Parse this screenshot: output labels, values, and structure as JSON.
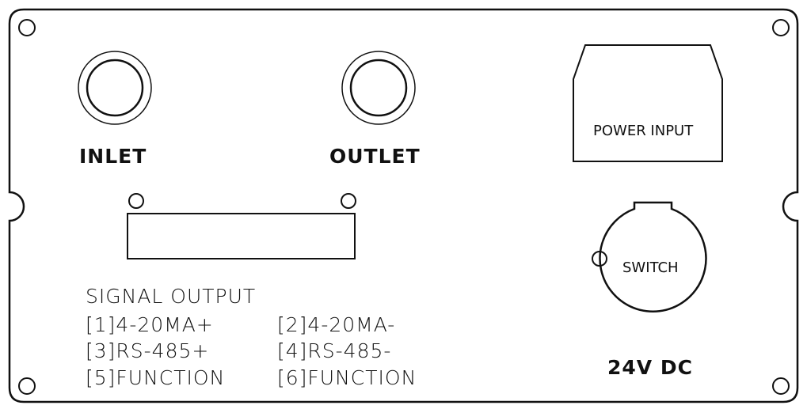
{
  "ports": {
    "inlet_label": "INLET",
    "outlet_label": "OUTLET"
  },
  "power": {
    "input_label": "POWER INPUT",
    "switch_label": "SWITCH",
    "voltage_label": "24V DC"
  },
  "signal_output": {
    "title": "SIGNAL OUTPUT",
    "pins": [
      "[1]4-20MA+",
      "[2]4-20MA-",
      "[3]RS-485+",
      "[4]RS-485-",
      "[5]FUNCTION",
      "[6]FUNCTION"
    ]
  },
  "colors": {
    "stroke": "#111111",
    "background": "#ffffff"
  }
}
